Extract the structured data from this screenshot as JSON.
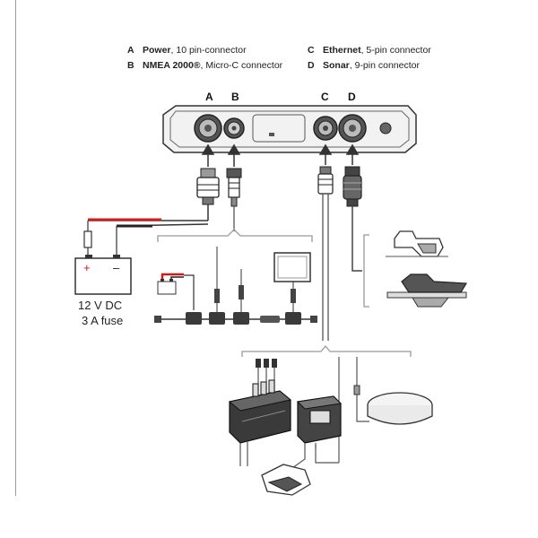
{
  "legend": {
    "items": [
      {
        "letter": "A",
        "name": "Power",
        "detail": ", 10 pin-connector"
      },
      {
        "letter": "B",
        "name": "NMEA 2000®",
        "detail": ", Micro-C connector"
      },
      {
        "letter": "C",
        "name": "Ethernet",
        "detail": ", 5-pin connector"
      },
      {
        "letter": "D",
        "name": "Sonar",
        "detail": ", 9-pin connector"
      }
    ]
  },
  "ports": [
    "A",
    "B",
    "C",
    "D"
  ],
  "power": {
    "voltage": "12 V DC",
    "fuse": "3 A fuse",
    "plus": "+",
    "minus": "–"
  },
  "colors": {
    "line": "#333333",
    "red_wire": "#d11a1a",
    "device_dark": "#3a3a3a",
    "device_light": "#e8e8e8"
  }
}
